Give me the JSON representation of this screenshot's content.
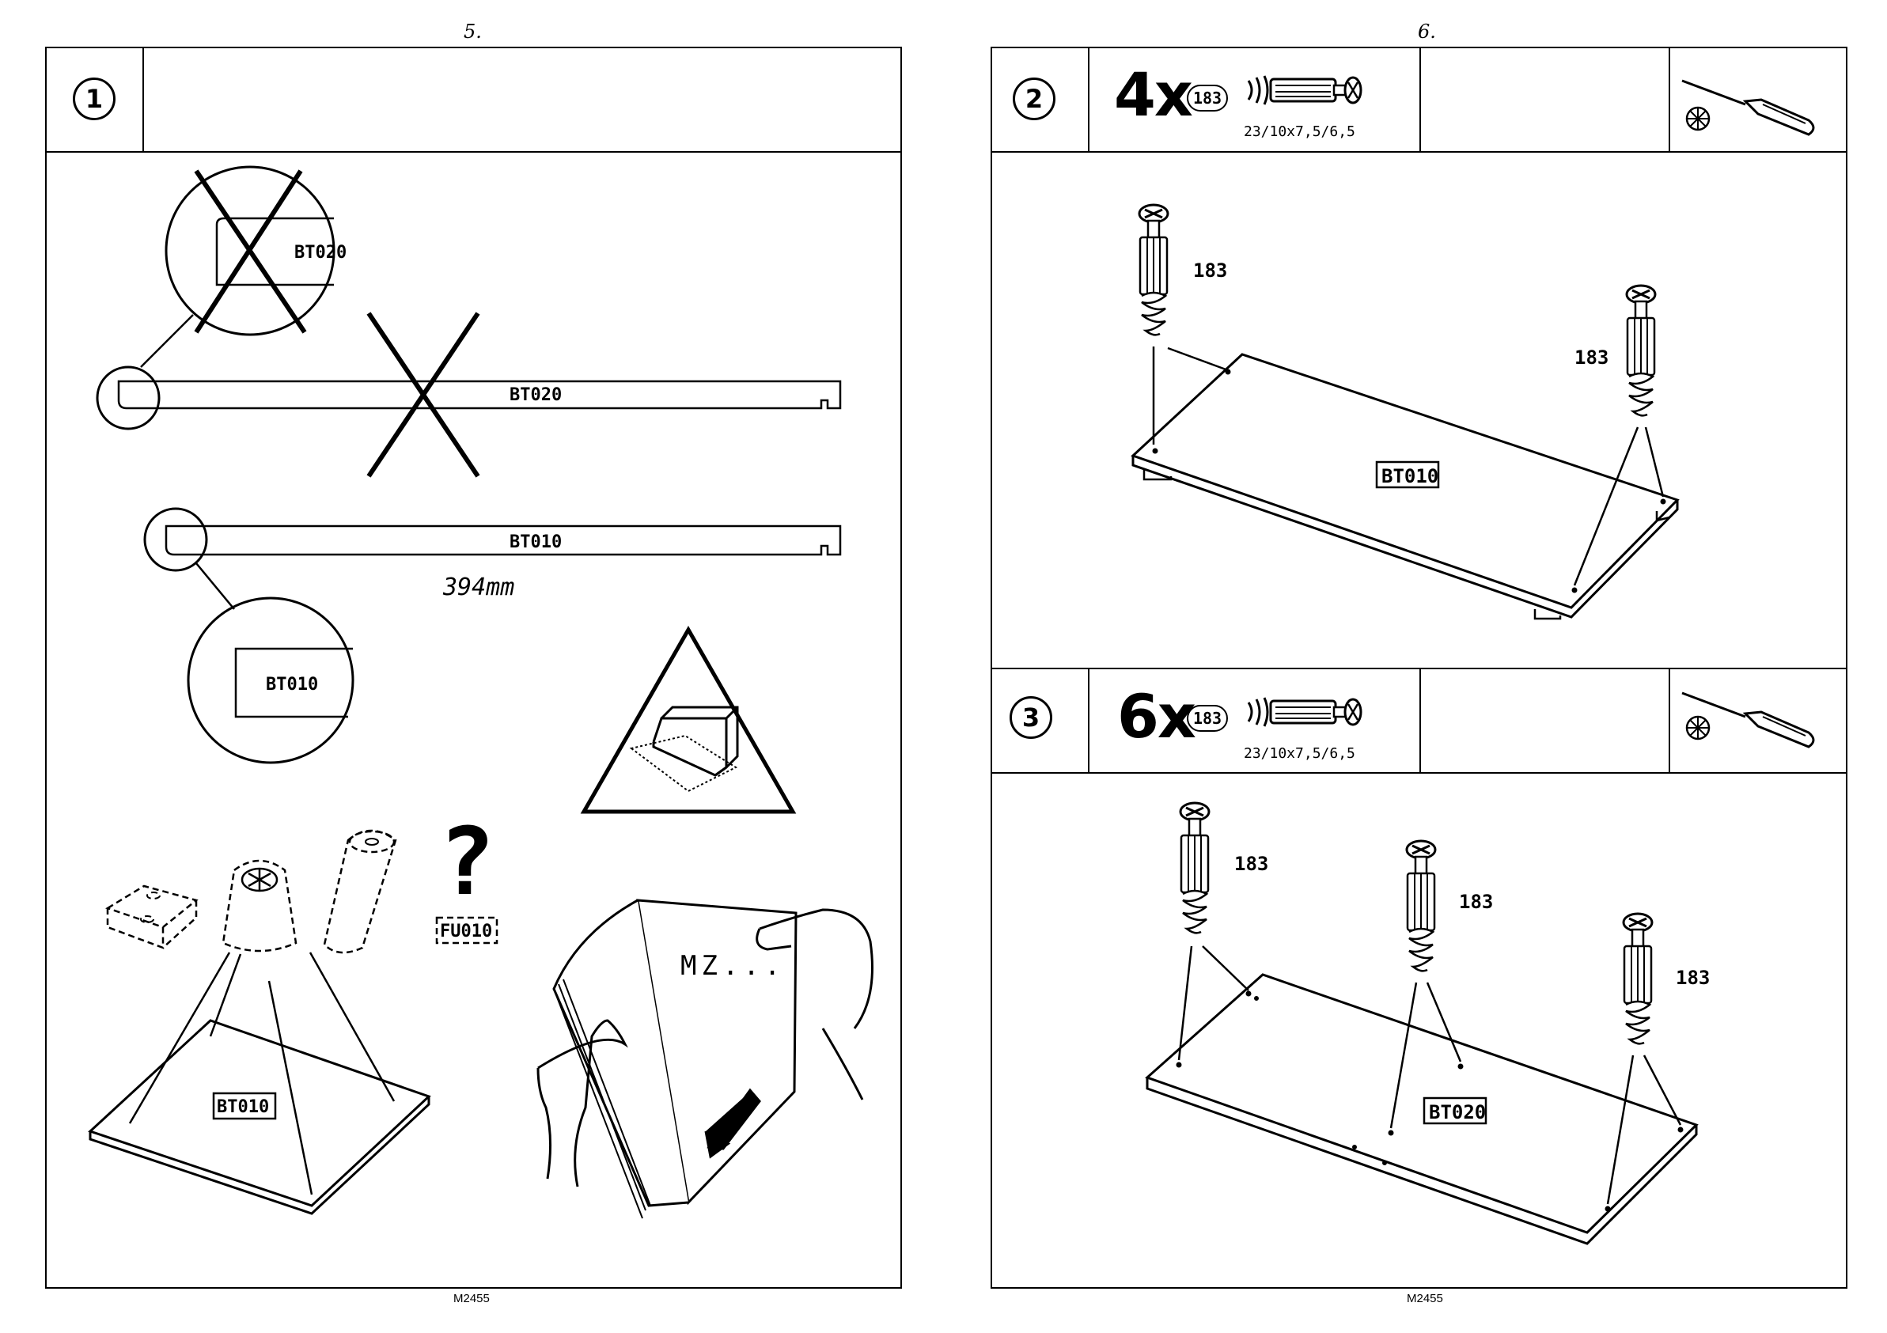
{
  "pages": [
    {
      "number": "5.",
      "footer": "M2455"
    },
    {
      "number": "6.",
      "footer": "M2455"
    }
  ],
  "step1": {
    "number": "1",
    "part_bt020_cross": "BT020",
    "part_bt020_bar": "BT020",
    "part_bt010_bar": "BT010",
    "part_bt010_circle": "BT010",
    "length": "394mm",
    "part_fu010": "FU010",
    "question_mark": "?",
    "part_bt010_board": "BT010",
    "manual_text": "MZ..."
  },
  "step2": {
    "number": "2",
    "quantity": "4x",
    "part_ref": "183",
    "spec": "23/10x7,5/6,5",
    "callout_left": "183",
    "callout_right": "183",
    "board_label": "BT010"
  },
  "step3": {
    "number": "3",
    "quantity": "6x",
    "part_ref": "183",
    "spec": "23/10x7,5/6,5",
    "callout_1": "183",
    "callout_2": "183",
    "callout_3": "183",
    "board_label": "BT020"
  },
  "icons": [
    "screwdriver-icon",
    "phillips-head-icon",
    "cam-bolt-icon",
    "warning-triangle-icon",
    "cross-mark-icon",
    "arrow-icon"
  ]
}
